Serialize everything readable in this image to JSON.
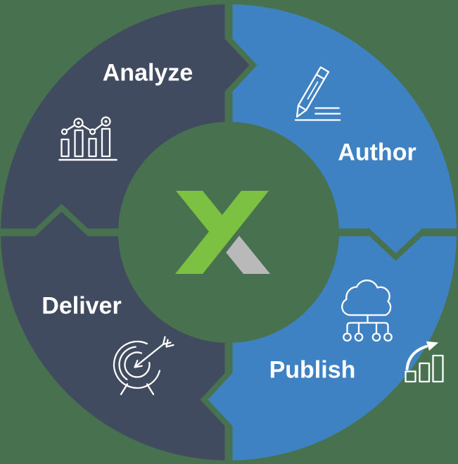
{
  "diagram": {
    "type": "cycle",
    "direction": "clockwise",
    "background_color": "#48724F",
    "text_color": "#FFFFFF",
    "steps": [
      {
        "label": "Analyze",
        "position": "top-left",
        "color": "#414B5F",
        "icon": "bar-line-chart-icon"
      },
      {
        "label": "Author",
        "position": "top-right",
        "color": "#3E82C4",
        "icon": "pencil-writing-icon"
      },
      {
        "label": "Publish",
        "position": "bottom-right",
        "color": "#3E82C4",
        "icon": "cloud-network-icon"
      },
      {
        "label": "Deliver",
        "position": "bottom-left",
        "color": "#414B5F",
        "icon": "target-arrow-icon"
      }
    ],
    "decorations": [
      {
        "icon": "growth-chart-arrow-icon",
        "position": "outer-edge-bottom-right"
      }
    ],
    "logo": {
      "name": "x-logo",
      "green": "#7CC142",
      "gray": "#B9B9B9"
    },
    "icon_stroke_color": "#FFFFFF"
  }
}
